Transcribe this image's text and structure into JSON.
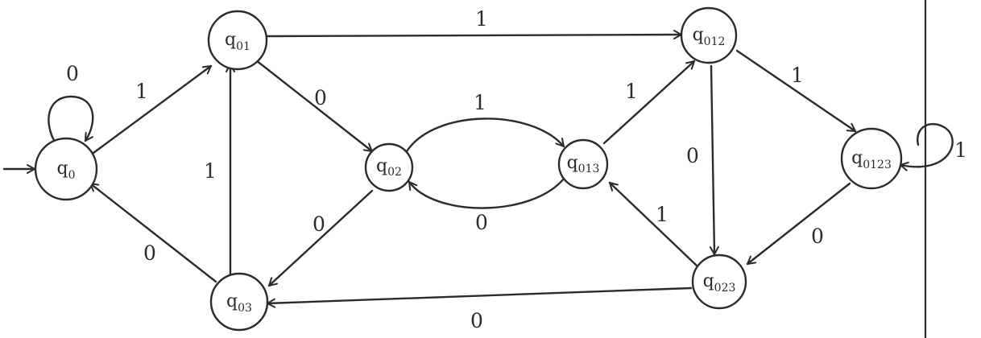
{
  "diagram": {
    "ink_color": "#2c2a2c",
    "background_color": "#ffffff",
    "start_state": "q0",
    "states": [
      {
        "id": "q0",
        "base": "q",
        "sub": "0"
      },
      {
        "id": "q01",
        "base": "q",
        "sub": "01"
      },
      {
        "id": "q02",
        "base": "q",
        "sub": "02"
      },
      {
        "id": "q03",
        "base": "q",
        "sub": "03"
      },
      {
        "id": "q013",
        "base": "q",
        "sub": "013"
      },
      {
        "id": "q012",
        "base": "q",
        "sub": "012"
      },
      {
        "id": "q0123",
        "base": "q",
        "sub": "0123"
      },
      {
        "id": "q023",
        "base": "q",
        "sub": "023"
      }
    ],
    "transitions": [
      {
        "id": "q0-q0",
        "from": "q0",
        "to": "q0",
        "symbol": "0"
      },
      {
        "id": "q0-q01",
        "from": "q0",
        "to": "q01",
        "symbol": "1"
      },
      {
        "id": "q01-q012",
        "from": "q01",
        "to": "q012",
        "symbol": "1"
      },
      {
        "id": "q01-q02",
        "from": "q01",
        "to": "q02",
        "symbol": "0"
      },
      {
        "id": "q02-q013",
        "from": "q02",
        "to": "q013",
        "symbol": "1"
      },
      {
        "id": "q013-q02",
        "from": "q013",
        "to": "q02",
        "symbol": "0"
      },
      {
        "id": "q013-q012",
        "from": "q013",
        "to": "q012",
        "symbol": "1"
      },
      {
        "id": "q012-q0123",
        "from": "q012",
        "to": "q0123",
        "symbol": "1"
      },
      {
        "id": "q0123-q0123",
        "from": "q0123",
        "to": "q0123",
        "symbol": "1"
      },
      {
        "id": "q012-q023",
        "from": "q012",
        "to": "q023",
        "symbol": "0"
      },
      {
        "id": "q0123-q023",
        "from": "q0123",
        "to": "q023",
        "symbol": "0"
      },
      {
        "id": "q023-q013",
        "from": "q023",
        "to": "q013",
        "symbol": "1"
      },
      {
        "id": "q023-q03",
        "from": "q023",
        "to": "q03",
        "symbol": "0"
      },
      {
        "id": "q02-q03",
        "from": "q02",
        "to": "q03",
        "symbol": "0"
      },
      {
        "id": "q03-q01",
        "from": "q03",
        "to": "q01",
        "symbol": "1"
      },
      {
        "id": "q03-q0",
        "from": "q03",
        "to": "q0",
        "symbol": "0"
      }
    ]
  }
}
